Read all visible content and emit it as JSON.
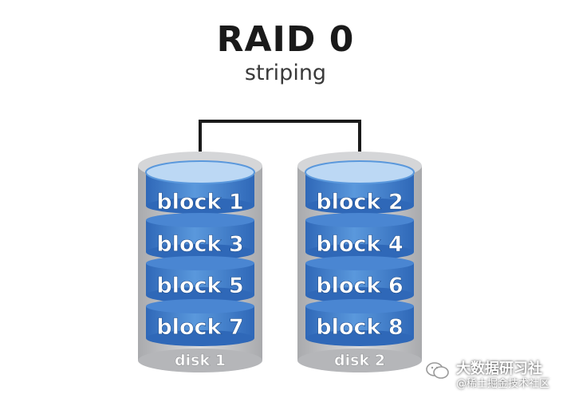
{
  "title": "RAID 0",
  "subtitle": "striping",
  "disks": [
    {
      "label": "disk 1",
      "blocks": [
        "block 1",
        "block 3",
        "block 5",
        "block 7"
      ]
    },
    {
      "label": "disk 2",
      "blocks": [
        "block 2",
        "block 4",
        "block 6",
        "block 8"
      ]
    }
  ],
  "watermark": {
    "line1": "大数据研习社",
    "line2": "@稀土掘金技术社区"
  },
  "colors": {
    "block_fill": "#3f7fcf",
    "block_top": "#bcd8f4",
    "cylinder_gray": "#c8c9cb",
    "connector": "#1a1a1a"
  }
}
